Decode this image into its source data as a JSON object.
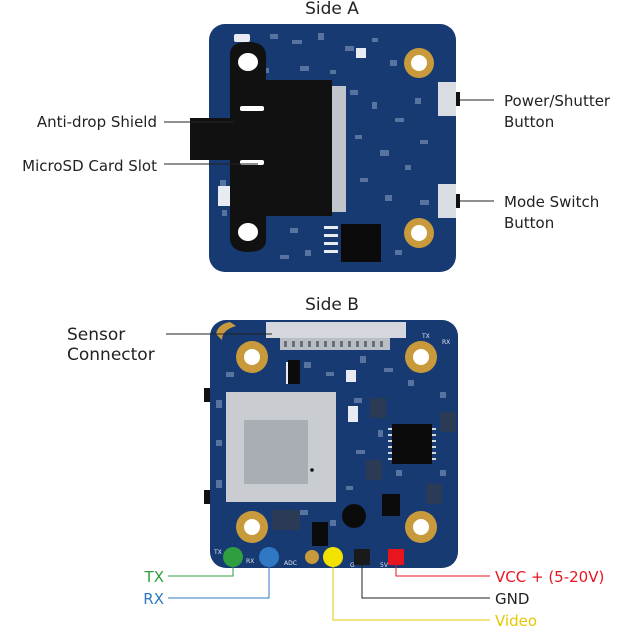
{
  "side_a": {
    "title": "Side A",
    "labels": {
      "anti_drop_shield": "Anti-drop Shield",
      "microsd_card_slot": "MicroSD Card Slot",
      "power_shutter_1": "Power/Shutter",
      "power_shutter_2": "Button",
      "mode_switch_1": "Mode Switch",
      "mode_switch_2": "Button"
    }
  },
  "side_b": {
    "title": "Side B",
    "labels": {
      "sensor_connector_1": "Sensor",
      "sensor_connector_2": "Connector"
    },
    "silkscreen": {
      "tx": "TX",
      "rx": "RX",
      "adc": "ADC",
      "g": "G",
      "vin": "5V",
      "tx_top": "TX",
      "rx_top": "RX"
    },
    "pins": [
      {
        "label": "TX",
        "color": "#2e9e3e"
      },
      {
        "label": "RX",
        "color": "#2f78c4"
      },
      {
        "label": "Video",
        "color": "#f2e200"
      },
      {
        "label": "GND",
        "color": "#1a1a1a"
      },
      {
        "label": "VCC + (5-20V)",
        "color": "#e8141e"
      }
    ]
  },
  "colors": {
    "pcb": "#173a72",
    "pcb_dark": "#10294f",
    "pad_gold": "#c89a3c",
    "label_tx": "#2e9e3e",
    "label_rx": "#2f78c4",
    "label_video": "#e3c800",
    "label_gnd": "#222222",
    "label_vcc": "#e8141e"
  }
}
